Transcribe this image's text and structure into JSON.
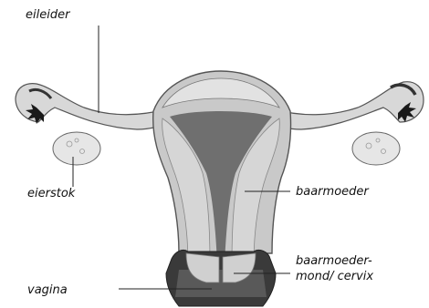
{
  "labels": {
    "fallopian_tube": "eileider",
    "ovary": "eierstok",
    "uterus": "baarmoeder",
    "cervix_line1": "baarmoeder-",
    "cervix_line2": "mond/ cervix",
    "vagina": "vagina"
  },
  "colors": {
    "tissue_light": "#dcdcdc",
    "tissue_mid": "#c4c4c4",
    "tissue_dark": "#8a8a8a",
    "cavity": "#6f6f6f",
    "vagina_dark": "#3a3a3a",
    "ovary": "#e6e6e6",
    "fimbriae": "#1a1a1a",
    "outline": "#555555"
  }
}
